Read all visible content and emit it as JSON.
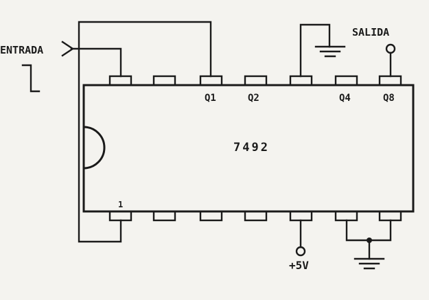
{
  "labels": {
    "input": "ENTRADA",
    "output": "SALIDA",
    "chip": "7492",
    "supply": "+5V",
    "pin1": "1",
    "q1": "Q1",
    "q2": "Q2",
    "q4": "Q4",
    "q8": "Q8"
  },
  "colors": {
    "ink": "#1a1a1a",
    "paper": "#f4f3ef"
  }
}
